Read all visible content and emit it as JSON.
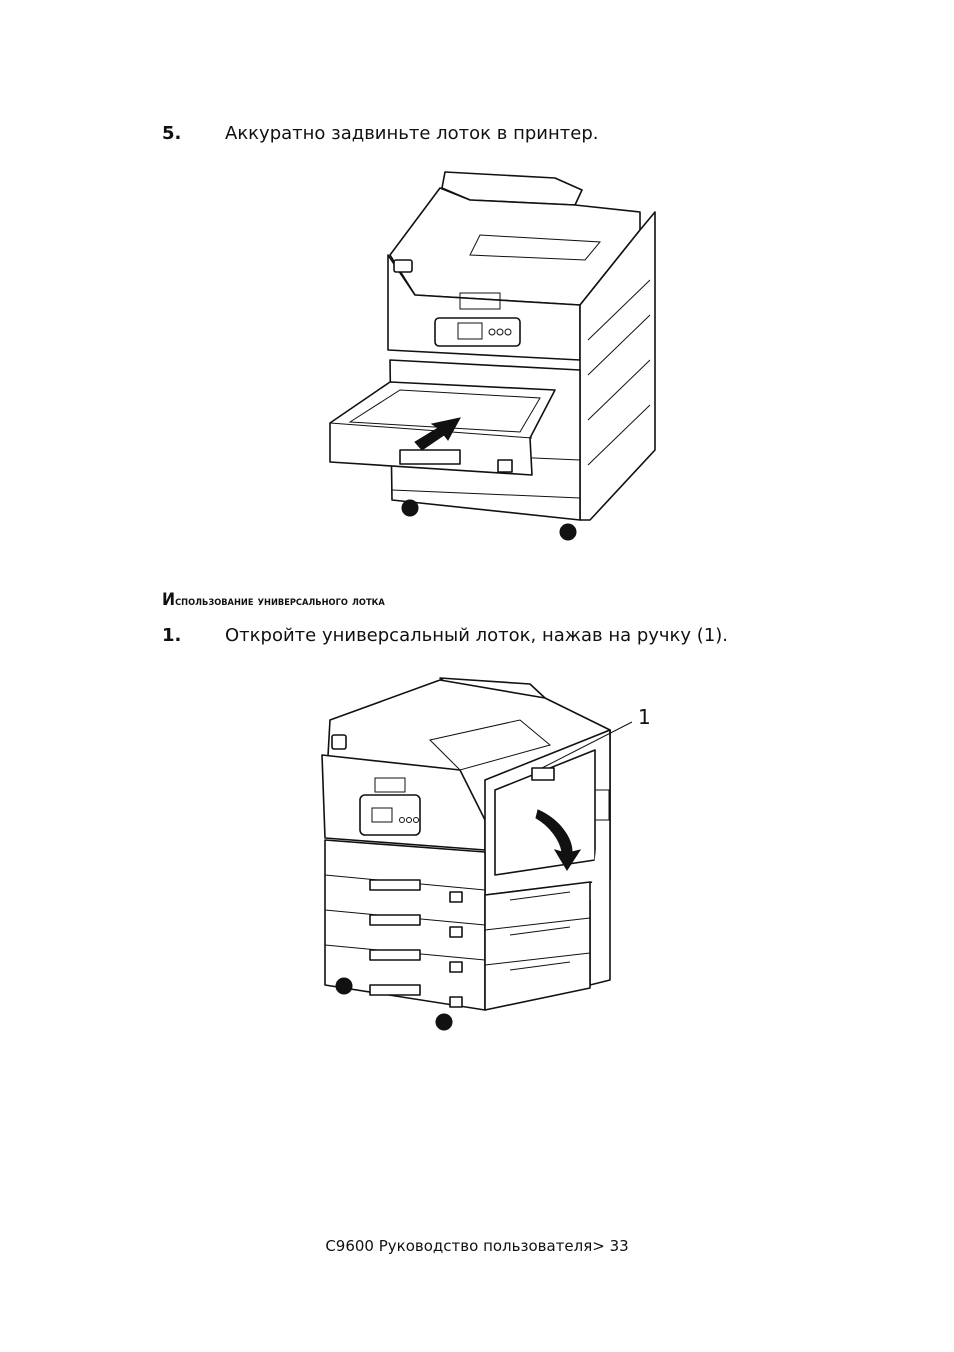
{
  "steps": {
    "step5": {
      "number": "5.",
      "text": "Аккуратно задвиньте лоток в принтер."
    },
    "step1": {
      "number": "1.",
      "text": "Откройте универсальный лоток, нажав на ручку (1)."
    }
  },
  "section_heading": "Использование универсального лотка",
  "figure2": {
    "callout": "1"
  },
  "footer": "C9600 Руководство пользователя> 33"
}
